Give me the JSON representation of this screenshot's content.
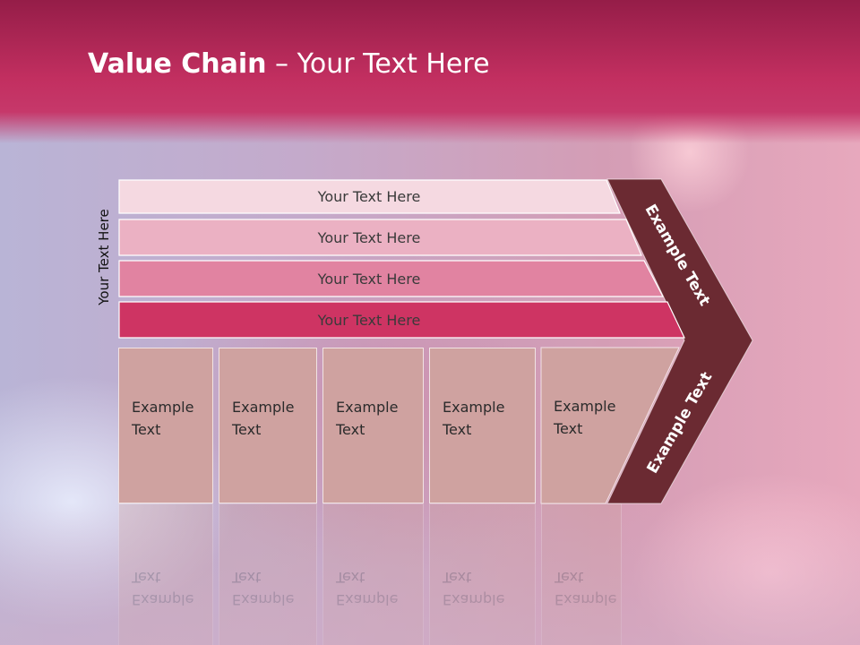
{
  "slide": {
    "title_bold": "Value Chain",
    "title_rest": " – Your Text Here",
    "vertical_label": "Your Text Here"
  },
  "rows": [
    {
      "label": "Your Text Here",
      "color": "#f5d9e1"
    },
    {
      "label": "Your Text Here",
      "color": "#ebb1c3"
    },
    {
      "label": "Your Text Here",
      "color": "#e183a1"
    },
    {
      "label": "Your Text Here",
      "color": "#ce3463"
    }
  ],
  "boxes": [
    {
      "line1": "Example",
      "line2": "Text"
    },
    {
      "line1": "Example",
      "line2": "Text"
    },
    {
      "line1": "Example",
      "line2": "Text"
    },
    {
      "line1": "Example",
      "line2": "Text"
    },
    {
      "line1": "Example",
      "line2": "Text"
    }
  ],
  "arrow": {
    "upper_label": "Example Text",
    "lower_label": "Example Text",
    "color": "#6b2a32"
  },
  "colors": {
    "band": "#c22f60",
    "box_fill": "#cfa2a0"
  }
}
